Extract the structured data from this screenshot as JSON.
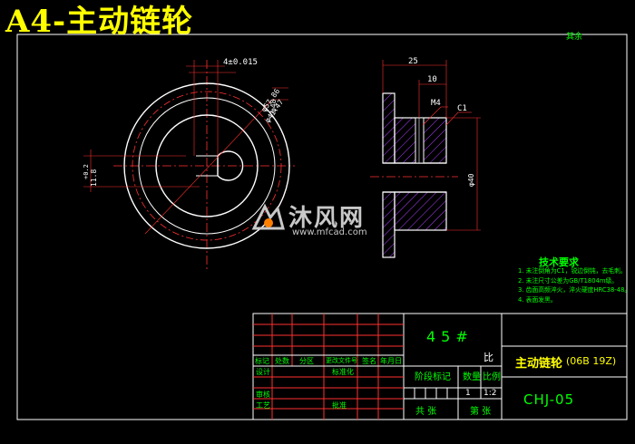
{
  "title": "A4-主动链轮",
  "watermark": {
    "brand": "沐风网",
    "url": "www.mfcad.com"
  },
  "top_right_note": "其余",
  "dimensions": {
    "keyway_width": "4±0.015",
    "outer_dia": "φ57.86",
    "pitch_dia": "φ48",
    "root_dia": "φ41.47",
    "key_depth": "11.8",
    "key_depth_tol": "+0.2",
    "side_width": "25",
    "hub_width": "10",
    "thread": "M4",
    "chamfer": "C1",
    "hub_dia": "φ40"
  },
  "tech_requirements": {
    "title": "技术要求",
    "items": [
      "1. 未注倒角为C1，锐边倒钝，去毛刺。",
      "2. 未注尺寸公差为GB/T1804m级。",
      "3. 齿面高频淬火，淬火硬度HRC38-48。",
      "4. 表面发黑。"
    ]
  },
  "title_block": {
    "material": "45#",
    "ratio_label": "比",
    "part_name": "主动链轮",
    "part_spec": "(06B 19Z)",
    "drawing_no": "CHJ-05",
    "headers": [
      "标记",
      "处数",
      "分区",
      "更改文件号",
      "签名",
      "年月日"
    ],
    "design_label": "设计",
    "standard_label": "标准化",
    "review_label": "审核",
    "process_label": "工艺",
    "approve_label": "批准",
    "stage_label": "阶段标记",
    "weight_label": "数量",
    "scale_label": "比例",
    "weight_value": "1",
    "scale_value": "1:2",
    "sheets_total_label": "共 张",
    "sheet_no_label": "第 张"
  }
}
